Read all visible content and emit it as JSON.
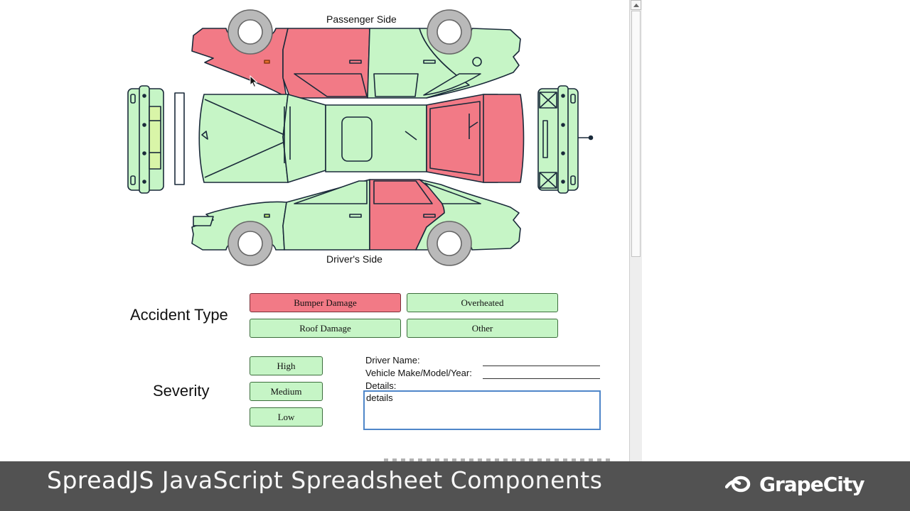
{
  "diagram": {
    "passenger_side_label": "Passenger Side",
    "drivers_side_label": "Driver's Side"
  },
  "accident_type": {
    "label": "Accident Type",
    "options": [
      "Bumper Damage",
      "Overheated",
      "Roof Damage",
      "Other"
    ],
    "selected": "Bumper Damage"
  },
  "severity": {
    "label": "Severity",
    "options": [
      "High",
      "Medium",
      "Low"
    ]
  },
  "form": {
    "driver_name_label": "Driver Name:",
    "vehicle_label": "Vehicle Make/Model/Year:",
    "details_label": "Details:",
    "details_value": "details"
  },
  "footer": {
    "product": "SpreadJS",
    "tagline": "JavaScript Spreadsheet Components",
    "brand": "GrapeCity"
  },
  "colors": {
    "undamaged": "#c6f5c6",
    "damaged": "#f27a86",
    "outline": "#1a2a3a",
    "footer_bg": "#525252"
  }
}
